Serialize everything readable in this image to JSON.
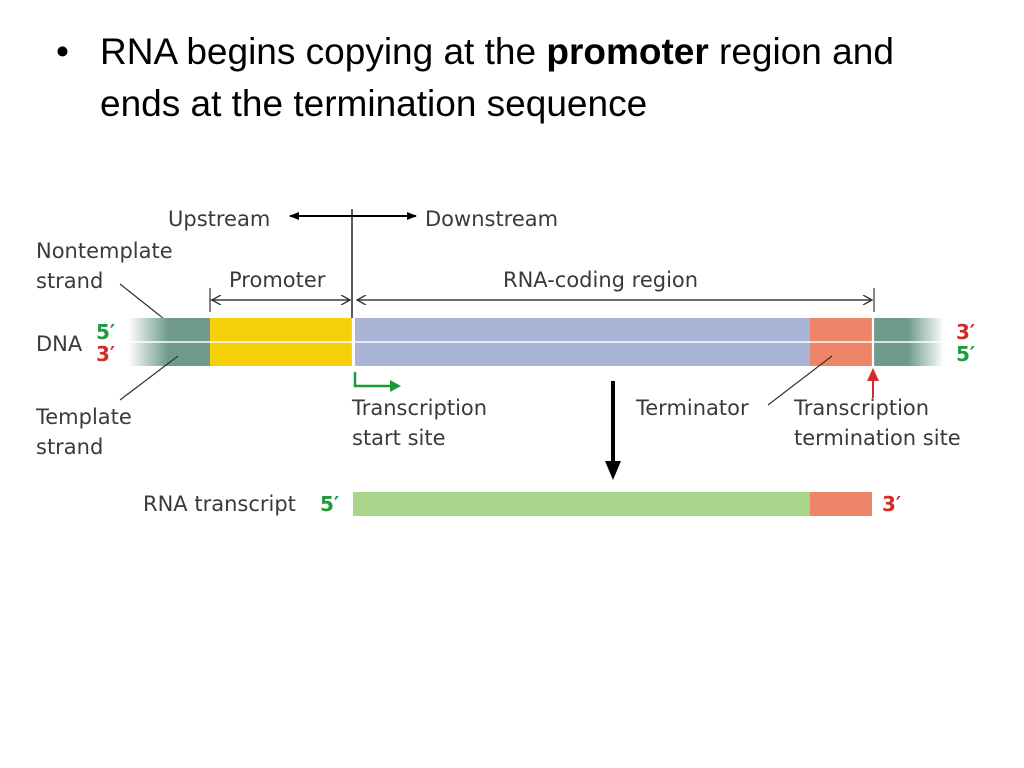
{
  "slide": {
    "bullet_glyph": "•",
    "bullet_part1": "RNA begins copying at the ",
    "bullet_bold": "promoter",
    "bullet_part2": " region and ends at the termination sequence"
  },
  "diagram": {
    "labels": {
      "upstream": "Upstream",
      "downstream": "Downstream",
      "nontemplate_line1": "Nontemplate",
      "nontemplate_line2": "strand",
      "promoter": "Promoter",
      "rna_coding_region": "RNA-coding region",
      "dna": "DNA",
      "template_line1": "Template",
      "template_line2": "strand",
      "tx_start_line1": "Transcription",
      "tx_start_line2": "start site",
      "terminator": "Terminator",
      "tx_term_line1": "Transcription",
      "tx_term_line2": "termination site",
      "rna_transcript": "RNA transcript"
    },
    "primes": {
      "dna_left_top": "5′",
      "dna_left_bottom": "3′",
      "dna_right_top": "3′",
      "dna_right_bottom": "5′",
      "rna_left": "5′",
      "rna_right": "3′"
    },
    "colors": {
      "flank": "#6f9a8c",
      "promoter": "#f5cf0a",
      "coding": "#a9b4d6",
      "terminator": "#ef8568",
      "rna": "#a9d58a",
      "prime_green": "#1d9b3a",
      "prime_red": "#d42a2a",
      "arrow_green": "#1d9b3a",
      "arrow_red": "#d42a2a"
    }
  }
}
